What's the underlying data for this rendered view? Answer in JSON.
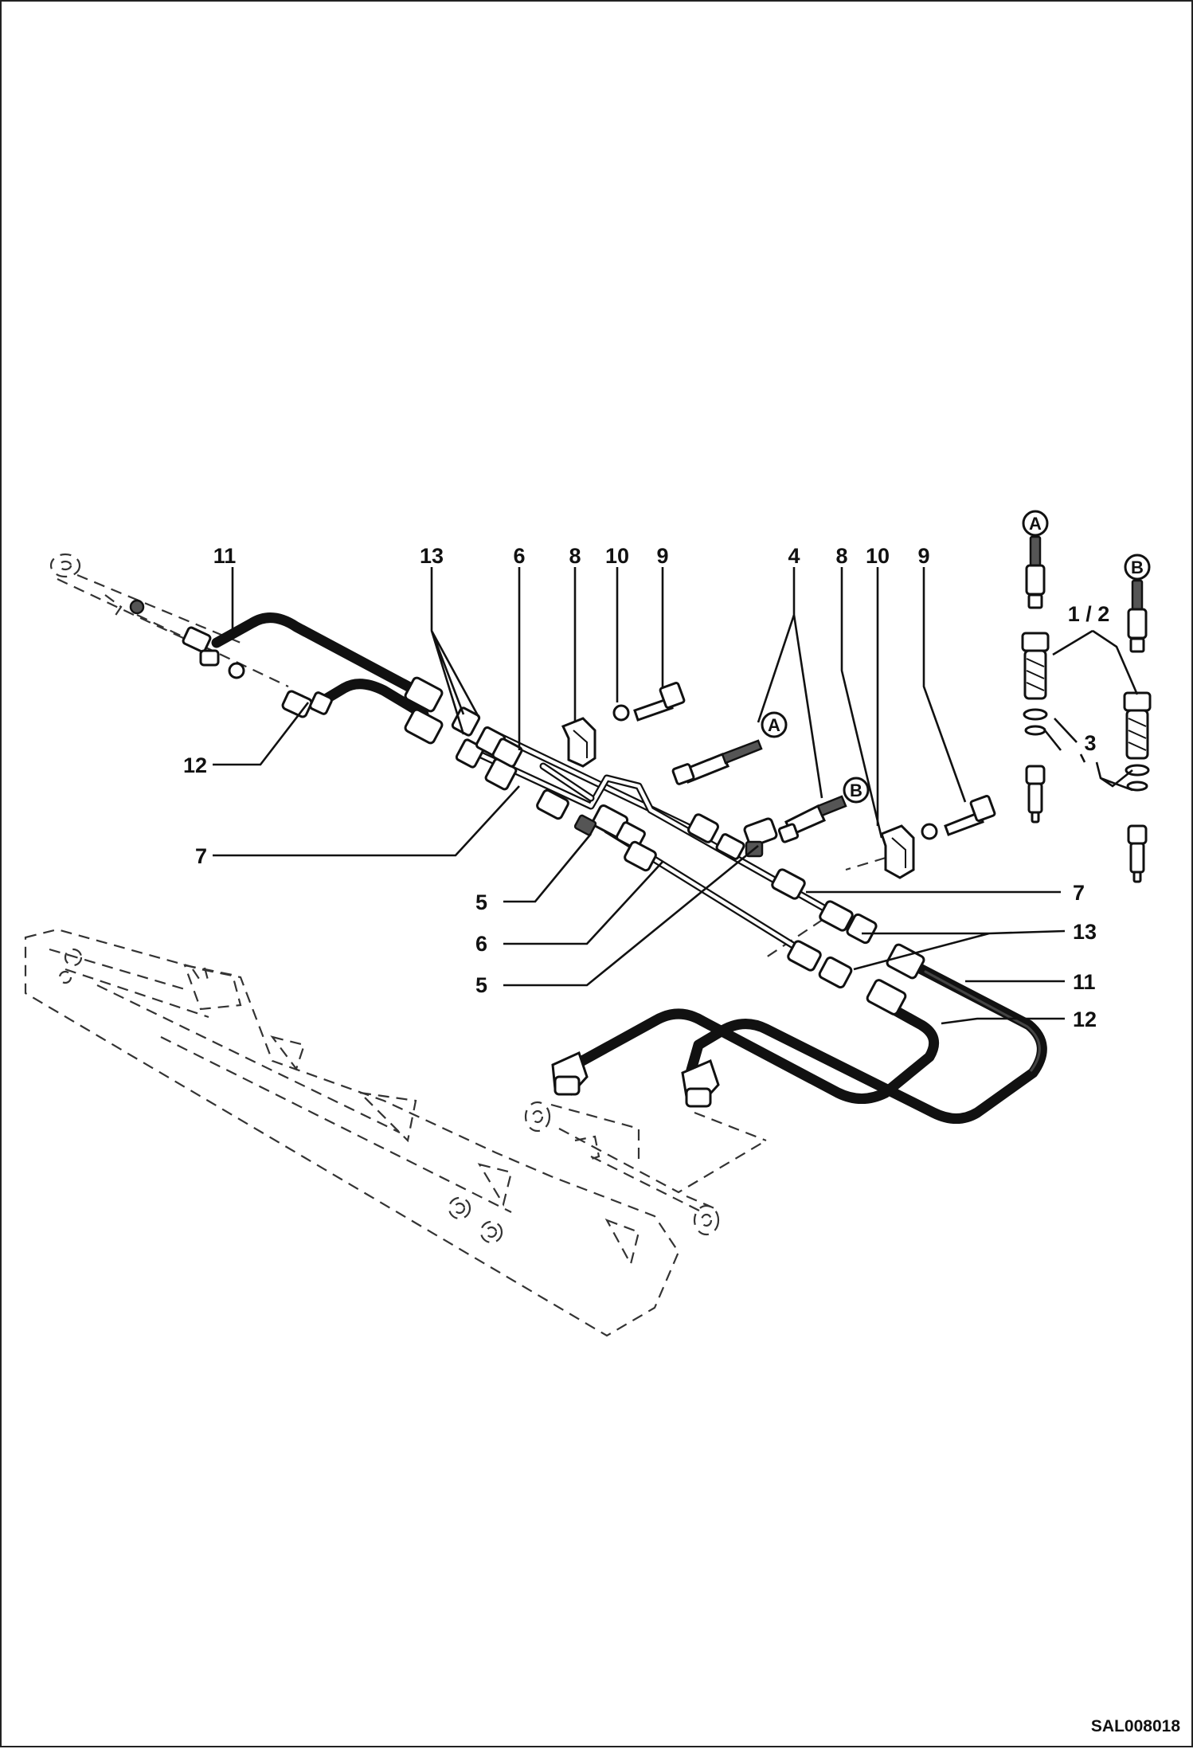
{
  "drawing_code": "SAL008018",
  "callouts": {
    "c11_top": "11",
    "c13_top": "13",
    "c6_top": "6",
    "c8_top": "8",
    "c10_top": "10",
    "c9_top": "9",
    "c4_top": "4",
    "c8_top2": "8",
    "c10_top2": "10",
    "c9_top2": "9",
    "c12_left": "12",
    "c7_left": "7",
    "c5_left": "5",
    "c6_left": "6",
    "c5_left2": "5",
    "c7_right": "7",
    "c13_right": "13",
    "c11_right": "11",
    "c12_right": "12",
    "c12_coupler": "1 / 2",
    "c3_coupler": "3"
  },
  "connection_markers": {
    "a_pipe": "A",
    "b_pipe": "B",
    "a_coupler": "A",
    "b_coupler": "B"
  }
}
